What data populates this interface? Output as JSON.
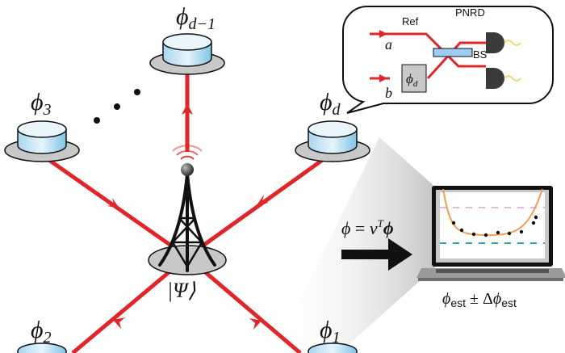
{
  "diagram": {
    "source_state": "|Ψ⟩",
    "nodes": [
      {
        "id": "phi_d_minus_1",
        "symbol": "ϕ",
        "sub": "d−1"
      },
      {
        "id": "phi_3",
        "symbol": "ϕ",
        "sub": "3"
      },
      {
        "id": "phi_d",
        "symbol": "ϕ",
        "sub": "d"
      },
      {
        "id": "phi_2",
        "symbol": "ϕ",
        "sub": "2"
      },
      {
        "id": "phi_1",
        "symbol": "ϕ",
        "sub": "1"
      }
    ],
    "ellipsis": "…",
    "inset": {
      "ref_label": "Ref",
      "pnrd_label": "PNRD",
      "bs_label": "BS",
      "input_a": "a",
      "input_b": "b",
      "phase_symbol": "ϕ",
      "phase_sub": "d"
    },
    "formula": {
      "lhs": "ϕ",
      "eq": " = ",
      "nu": "ν",
      "sup": "T",
      "bold_phi": "ϕ"
    },
    "output": {
      "main": "ϕ",
      "sub": "est",
      "pm": " ± Δ",
      "main2": "ϕ",
      "sub2": "est"
    },
    "colors": {
      "beam": "#e0262a",
      "cylinder": "#bfe3f5",
      "plate": "#c8c8c8",
      "curve": "#f0a04b",
      "pink_line": "#d8a0d8",
      "teal_line": "#2aa8a0",
      "bs": "#9ecbf0"
    }
  }
}
